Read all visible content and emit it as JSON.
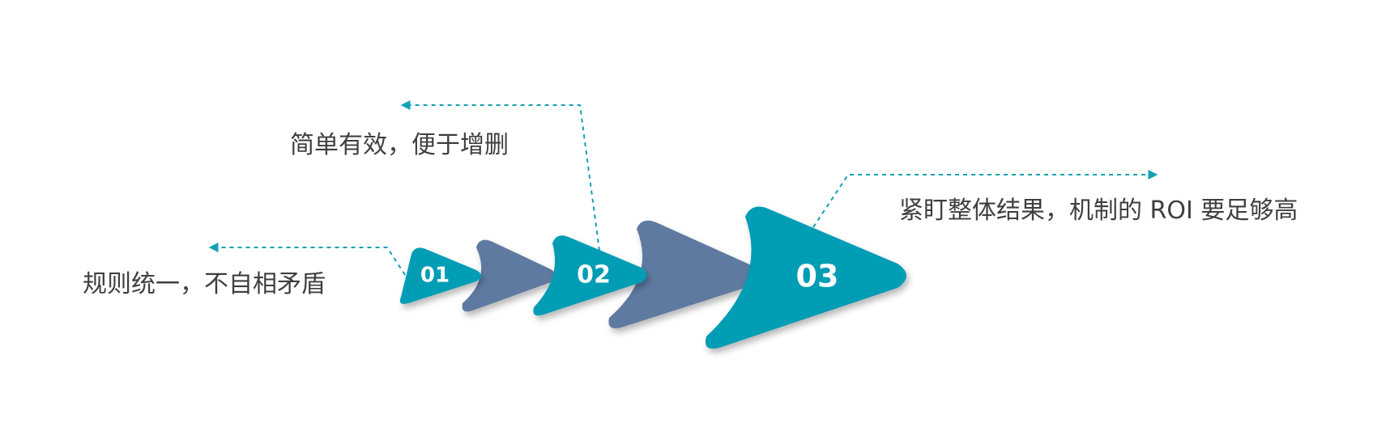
{
  "colors": {
    "teal": "#009db5",
    "slate": "#5f7aa0",
    "caption_text": "#3f3f3f",
    "connector": "#159fb5",
    "background": "#ffffff"
  },
  "steps": [
    {
      "number": "01",
      "caption": "规则统一，不自相矛盾"
    },
    {
      "number": "02",
      "caption": "简单有效，便于增删"
    },
    {
      "number": "03",
      "caption": "紧盯整体结果，机制的 ROI 要足够高"
    }
  ]
}
